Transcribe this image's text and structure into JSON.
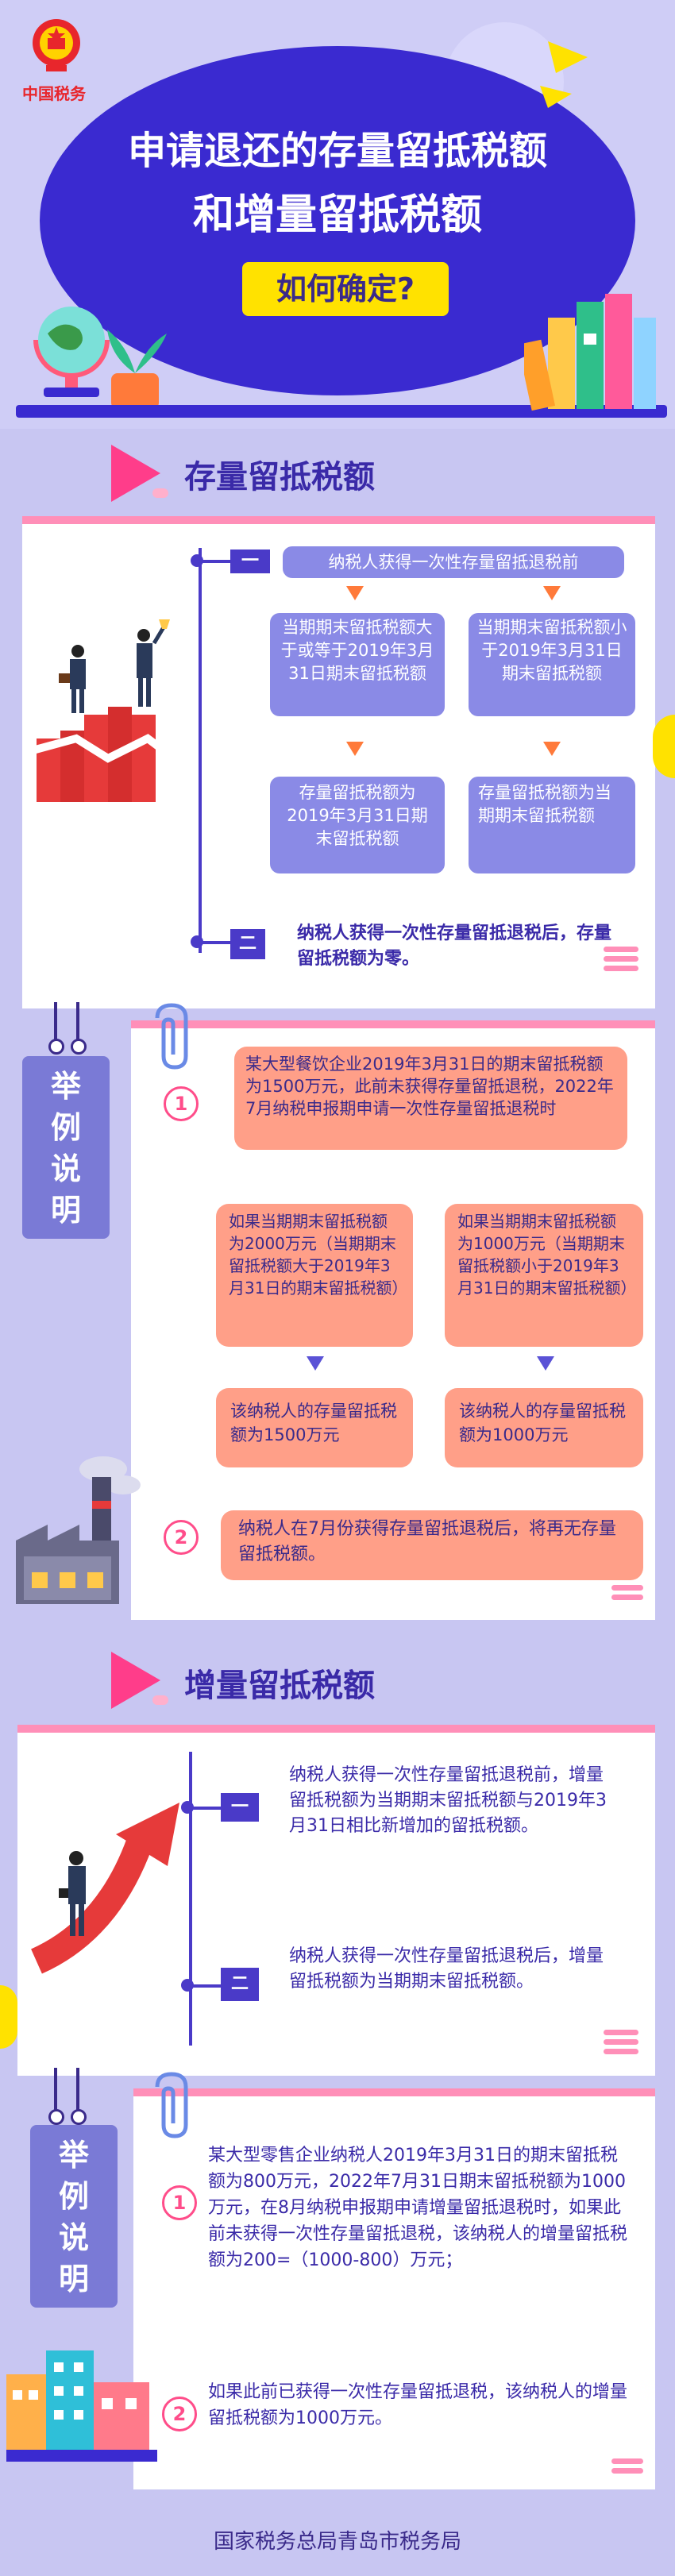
{
  "header": {
    "logo_text": "中国税务",
    "title_line1": "申请退还的存量留抵税额",
    "title_line2": "和增量留抵税额",
    "tag": "如何确定?"
  },
  "stock": {
    "section_title": "存量留抵税额",
    "step1_num": "一",
    "step1_text": "纳税人获得一次性存量留抵退税前",
    "cond_left": "当期期末留抵税额大于或等于2019年3月31日期末留抵税额",
    "cond_right": "当期期末留抵税额小于2019年3月31日期末留抵税额",
    "result_left": "存量留抵税额为2019年3月31日期末留抵税额",
    "result_right": "存量留抵税额为当期期末留抵税额",
    "step2_num": "二",
    "step2_text": "纳税人获得一次性存量留抵退税后，存量留抵税额为零。"
  },
  "stock_example": {
    "label": "举例说明",
    "n1": "1",
    "case_text": "某大型餐饮企业2019年3月31日的期末留抵税额为1500万元，此前未获得存量留抵退税，2022年7月纳税申报期申请一次性存量留抵退税时",
    "if_left": "如果当期期末留抵税额为2000万元（当期期末留抵税额大于2019年3月31日的期末留抵税额）",
    "if_right": "如果当期期末留抵税额为1000万元（当期期末留抵税额小于2019年3月31日的期末留抵税额）",
    "res_left": "该纳税人的存量留抵税额为1500万元",
    "res_right": "该纳税人的存量留抵税额为1000万元",
    "n2": "2",
    "after_text": "纳税人在7月份获得存量留抵退税后，将再无存量留抵税额。"
  },
  "incr": {
    "section_title": "增量留抵税额",
    "step1_num": "一",
    "step1_text": "纳税人获得一次性存量留抵退税前，增量留抵税额为当期期末留抵税额与2019年3月31日相比新增加的留抵税额。",
    "step2_num": "二",
    "step2_text": "纳税人获得一次性存量留抵退税后，增量留抵税额为当期期末留抵税额。"
  },
  "incr_example": {
    "label": "举例说明",
    "n1": "1",
    "text1": "某大型零售企业纳税人2019年3月31日的期末留抵税额为800万元，2022年7月31日期末留抵税额为1000万元，在8月纳税申报期申请增量留抵退税时，如果此前未获得一次性存量留抵退税，该纳税人的增量留抵税额为200=（1000-800）万元；",
    "n2": "2",
    "text2": "如果此前已获得一次性存量留抵退税，该纳税人的增量留抵税额为1000万元。"
  },
  "footer": {
    "text": "国家税务总局青岛市税务局"
  }
}
